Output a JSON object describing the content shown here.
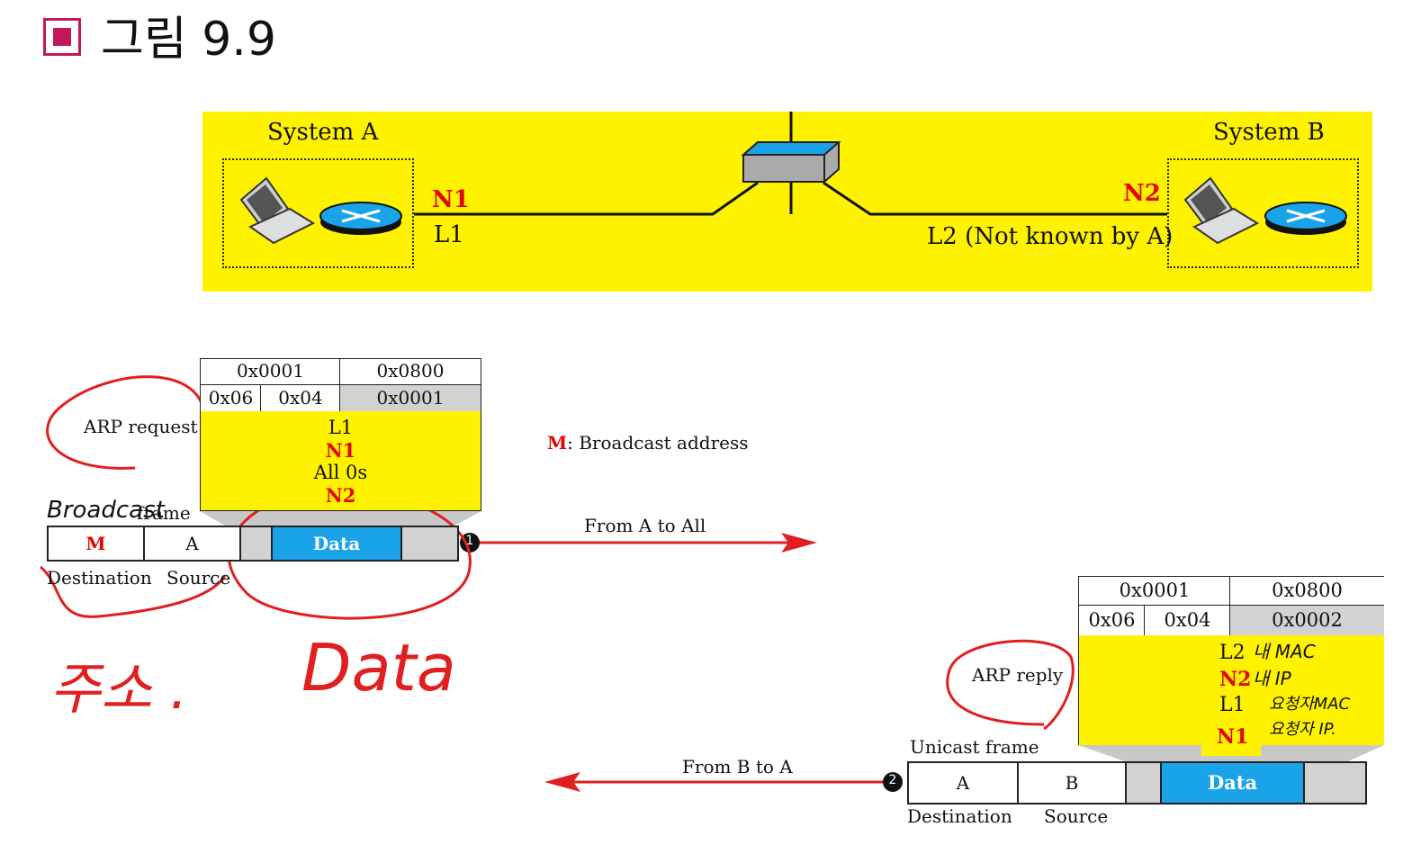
{
  "heading": {
    "text": "그림 9.9",
    "accent": "#c2185b"
  },
  "network": {
    "system_a": "System A",
    "system_b": "System B",
    "n1": "N1",
    "l1": "L1",
    "n2": "N2",
    "l2": "L2 (Not known by A)"
  },
  "request": {
    "label": "ARP request",
    "row1": [
      "0x0001",
      "0x0800"
    ],
    "row2": [
      "0x06",
      "0x04",
      "0x0001"
    ],
    "body": [
      "L1",
      "N1",
      "All 0s",
      "N2"
    ],
    "frame_label": "frame",
    "frame_handwritten": "Broadcast",
    "dest": "M",
    "src": "A",
    "data": "Data",
    "dest_caption": "Destination",
    "src_caption": "Source",
    "arrow_label": "From A to All",
    "step": "1"
  },
  "note": {
    "key": "M",
    "text": ": Broadcast address"
  },
  "reply": {
    "label": "ARP reply",
    "row1": [
      "0x0001",
      "0x0800"
    ],
    "row2": [
      "0x06",
      "0x04",
      "0x0002"
    ],
    "body": [
      "L2",
      "N2",
      "L1",
      "N1"
    ],
    "annotations": [
      "내 MAC",
      "내 IP",
      "요청자MAC",
      "요청자 IP."
    ],
    "frame_label": "Unicast frame",
    "dest": "A",
    "src": "B",
    "data": "Data",
    "dest_caption": "Destination",
    "src_caption": "Source",
    "arrow_label": "From B to A",
    "step": "2"
  },
  "handwriting": {
    "left": "주소 .",
    "right": "Data"
  },
  "colors": {
    "band": "#fff200",
    "data": "#1aa3e8",
    "arrow": "#e02020",
    "ink": "#e02020"
  }
}
